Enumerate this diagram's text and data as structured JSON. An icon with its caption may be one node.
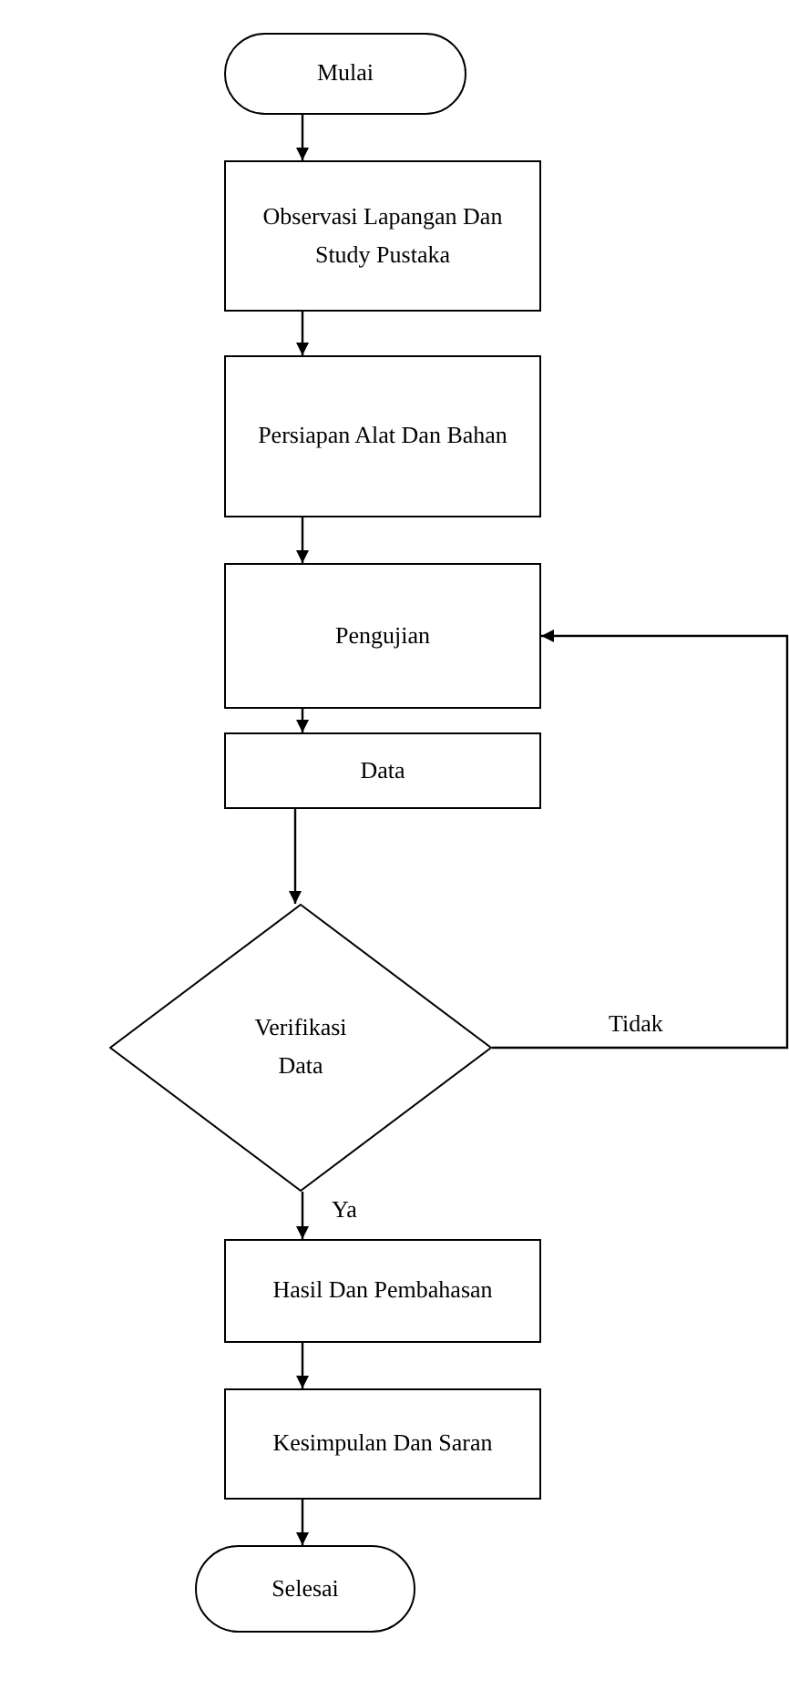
{
  "diagram": {
    "nodes": [
      {
        "text": [
          "Mulai"
        ]
      },
      {
        "text": [
          "Observasi Lapangan Dan Study Pustaka"
        ]
      },
      {
        "text": [
          "Persiapan Alat Dan Bahan"
        ]
      },
      {
        "text": [
          "Pengujian"
        ]
      },
      {
        "text": [
          "Data"
        ]
      },
      {
        "text": [
          "Verifikasi Data"
        ]
      },
      {
        "text": [
          "Hasil Dan Pembahasan"
        ]
      },
      {
        "text": [
          "Kesimpulan Dan Saran"
        ]
      },
      {
        "text": [
          "Selesai"
        ]
      }
    ],
    "edges": [
      {
        "from": 0,
        "to": 1,
        "arrow": "to"
      },
      {
        "from": 1,
        "to": 2,
        "arrow": "to"
      },
      {
        "from": 2,
        "to": 3,
        "arrow": "to"
      },
      {
        "from": 3,
        "to": 4,
        "arrow": "to"
      },
      {
        "from": 4,
        "to": 5,
        "arrow": "to"
      },
      {
        "from": 5,
        "to": 6,
        "arrow": "to",
        "label": "Ya"
      },
      {
        "from": 6,
        "to": 7,
        "arrow": "to"
      },
      {
        "from": 7,
        "to": 8,
        "arrow": "to"
      },
      {
        "from": 5,
        "to": 3,
        "arrow": "to",
        "label": "Tidak"
      }
    ]
  }
}
